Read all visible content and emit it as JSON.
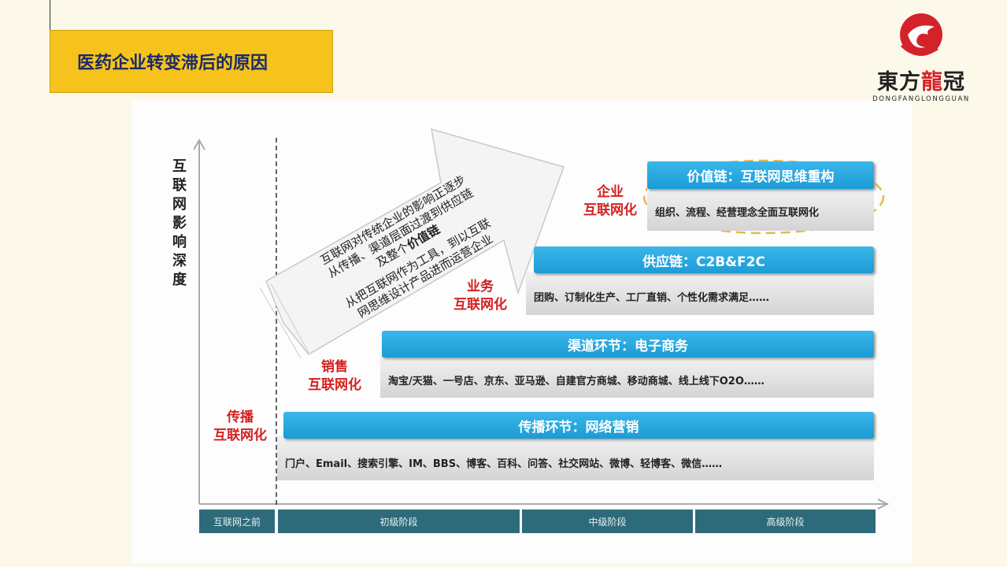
{
  "slide": {
    "title": "医药企业转变滞后的原因"
  },
  "logo": {
    "name_part1": "東方",
    "name_part2": "龍",
    "name_part3": "冠",
    "pinyin": "DONGFANGLONGGUAN"
  },
  "diagram": {
    "y_axis_label": "互联网影响深度",
    "arrow_text": {
      "line1": "互联网对传统企业的影响正逐步",
      "line2": "从传播、渠道层面过渡到供应链",
      "line3_prefix": "及整个",
      "line3_bold": "价值链",
      "line4": "从把互联网作为工具，到以互联",
      "line5": "网思维设计产品进而运营企业"
    },
    "tiers": [
      {
        "label_line1": "传播",
        "label_line2": "互联网化",
        "header": "传播环节：网络营销",
        "detail": "门户、Email、搜索引擎、IM、BBS、博客、百科、问答、社交网站、微博、轻博客、微信……"
      },
      {
        "label_line1": "销售",
        "label_line2": "互联网化",
        "header": "渠道环节：电子商务",
        "detail": "淘宝/天猫、一号店、京东、亚马逊、自建官方商城、移动商城、线上线下O2O……"
      },
      {
        "label_line1": "业务",
        "label_line2": "互联网化",
        "header": "供应链：C2B&F2C",
        "detail": "团购、订制化生产、工厂直销、个性化需求满足……"
      },
      {
        "label_line1": "企业",
        "label_line2": "互联网化",
        "header": "价值链：互联网思维重构",
        "detail": "组织、流程、经营理念全面互联网化"
      }
    ],
    "stages": [
      "互联网之前",
      "初级阶段",
      "中级阶段",
      "高级阶段"
    ],
    "colors": {
      "bar_blue": "#1c9bd6",
      "label_red": "#d42020",
      "stage_bar": "#2e6b7a",
      "highlight_ellipse": "#e8b84a",
      "title_yellow": "#f6c31c"
    }
  }
}
